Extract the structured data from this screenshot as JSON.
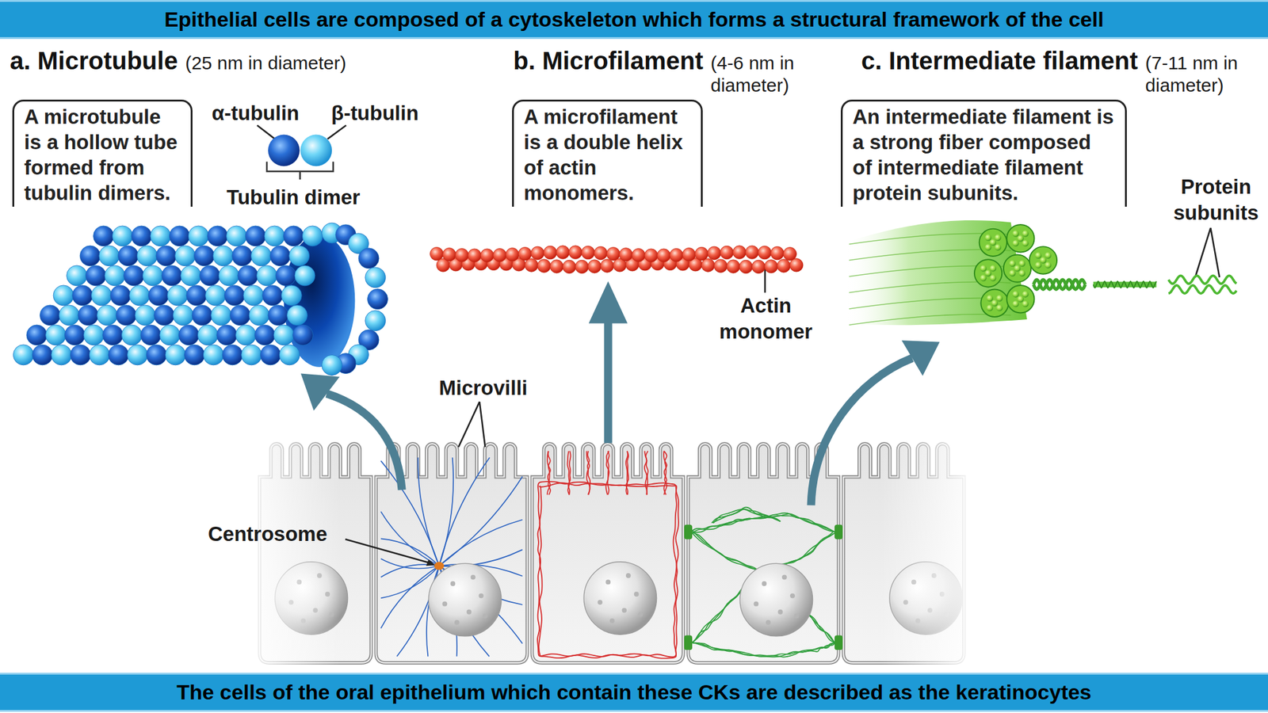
{
  "diagram": {
    "title": "Epithelial cells are composed of a cytoskeleton which forms a structural framework of the cell",
    "caption": "The cells of the oral epithelium which contain these CKs are described as the keratinocytes",
    "nodes": [
      {
        "text": [
          "a. Microtubule",
          "(25 nm in diameter)",
          "A microtubule is a hollow tube formed from tubulin dimers."
        ]
      },
      {
        "text": [
          "b. Microfilament",
          "(4-6 nm in diameter)",
          "A microfilament is a double helix of actin monomers."
        ]
      },
      {
        "text": [
          "c. Intermediate filament",
          "(7-11 nm in diameter)",
          "An intermediate filament is a strong fiber composed of intermediate filament protein subunits."
        ]
      }
    ],
    "labels": [
      "α-tubulin",
      "β-tubulin",
      "Tubulin dimer",
      "Actin monomer",
      "Protein subunits",
      "Microvilli",
      "Centrosome"
    ]
  }
}
